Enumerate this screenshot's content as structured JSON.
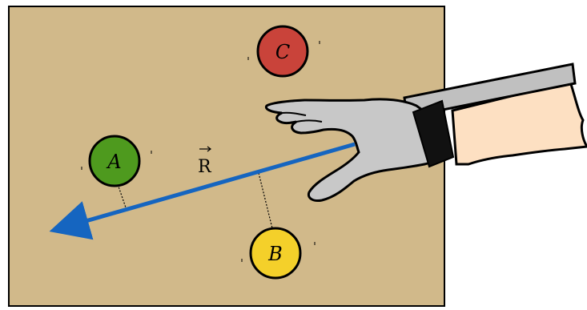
{
  "diagram": {
    "vector": {
      "label": "R",
      "color": "#1565c0"
    },
    "balls": [
      {
        "id": "ball-a",
        "label": "A",
        "color": "#4e9a1e"
      },
      {
        "id": "ball-b",
        "label": "B",
        "color": "#f4d02a"
      },
      {
        "id": "ball-c",
        "label": "C",
        "color": "#c9433a"
      }
    ],
    "colors": {
      "table": "#d1b98a",
      "glove": "#c8c8c8",
      "cuff": "#111111",
      "arm": "#fde0c2",
      "sleeve": "#c0c0c0"
    }
  }
}
